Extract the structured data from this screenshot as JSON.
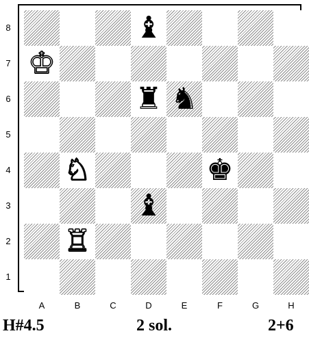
{
  "ranks": [
    "8",
    "7",
    "6",
    "5",
    "4",
    "3",
    "2",
    "1"
  ],
  "files": [
    "A",
    "B",
    "C",
    "D",
    "E",
    "F",
    "G",
    "H"
  ],
  "pieces": [
    {
      "square": "d8",
      "color": "black",
      "type": "bishop",
      "glyph": "♝"
    },
    {
      "square": "a7",
      "color": "white",
      "type": "king",
      "glyph": "♔"
    },
    {
      "square": "d6",
      "color": "black",
      "type": "rook",
      "glyph": "♜"
    },
    {
      "square": "e6",
      "color": "black",
      "type": "knight",
      "glyph": "♞"
    },
    {
      "square": "b4",
      "color": "white",
      "type": "knight",
      "glyph": "♘"
    },
    {
      "square": "f4",
      "color": "black",
      "type": "king",
      "glyph": "♚"
    },
    {
      "square": "d3",
      "color": "black",
      "type": "bishop",
      "glyph": "♝"
    },
    {
      "square": "b2",
      "color": "white",
      "type": "rook",
      "glyph": "♖"
    }
  ],
  "footer": {
    "stipulation": "H#4.5",
    "solutions": "2 sol.",
    "piece_count": "2+6"
  },
  "colors": {
    "dark_square_hatch": "#8c8c8c",
    "light_square": "#ffffff",
    "border": "#000000"
  }
}
